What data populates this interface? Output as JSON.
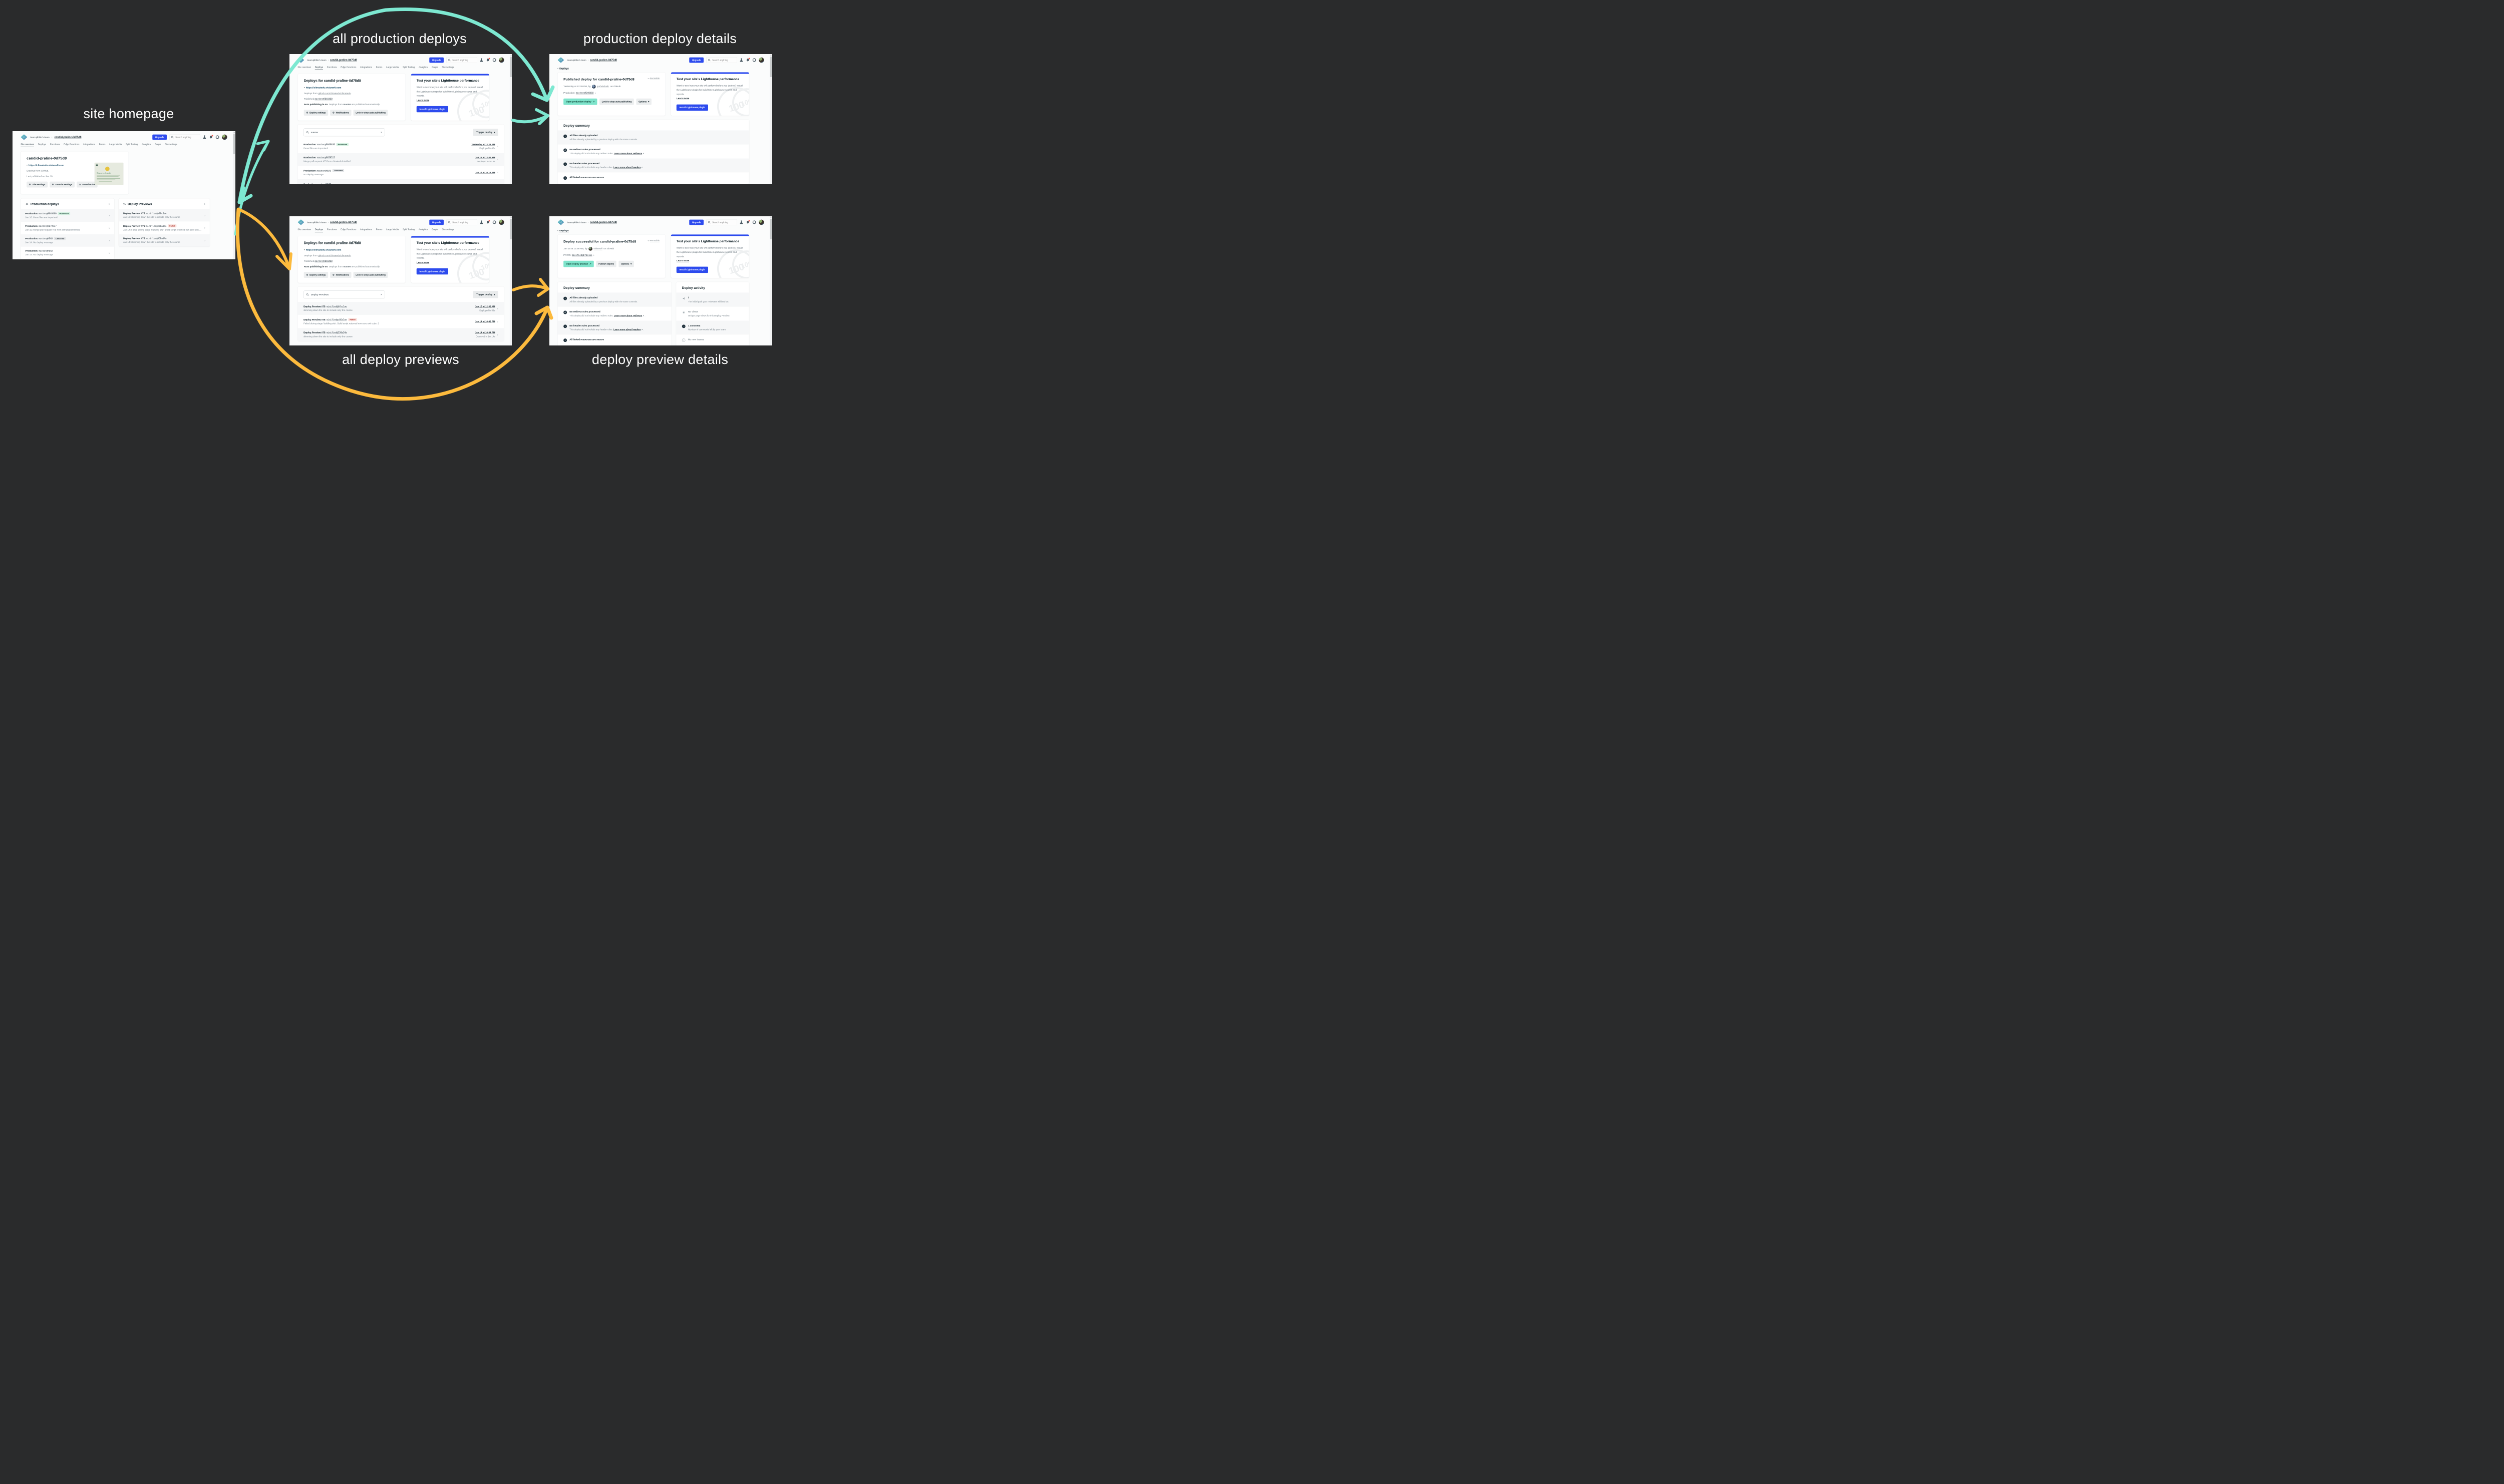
{
  "canvas": {
    "bg": "#2a2b2c"
  },
  "diagram_labels": {
    "homepage": "site homepage",
    "prod_list": "all production deploys",
    "prod_details": "production deploy details",
    "preview_list": "all deploy previews",
    "preview_details": "deploy preview details"
  },
  "arrow_colors": {
    "teal": "#7de8d1",
    "yellow": "#fcba3d"
  },
  "icons": {
    "gear": "⚙",
    "star": "☆",
    "chevron": "›",
    "back": "‹",
    "caret": "▾",
    "open_new": "↗",
    "download": "↓",
    "clear": "×",
    "permalink": "∞",
    "bullet": "•",
    "scroll_up": "▲",
    "scroll_down": "▼"
  },
  "header": {
    "team": "teacupkittie's team",
    "sep": "›",
    "site": "candid-praline-0d75d8",
    "upgrade": "Upgrade",
    "search_placeholder": "Search anything"
  },
  "nav_home": [
    {
      "l": "Site overview",
      "cls": "on"
    },
    {
      "l": "Deploys"
    },
    {
      "l": "Functions"
    },
    {
      "l": "Edge Functions"
    },
    {
      "l": "Integrations"
    },
    {
      "l": "Forms"
    },
    {
      "l": "Large Media"
    },
    {
      "l": "Split Testing"
    },
    {
      "l": "Analytics"
    },
    {
      "l": "Graph"
    },
    {
      "l": "Site settings"
    }
  ],
  "nav_deploys": [
    {
      "l": "Site overview"
    },
    {
      "l": "Deploys",
      "cls": "on"
    },
    {
      "l": "Functions"
    },
    {
      "l": "Edge Functions"
    },
    {
      "l": "Integrations"
    },
    {
      "l": "Forms"
    },
    {
      "l": "Large Media"
    },
    {
      "l": "Split Testing"
    },
    {
      "l": "Analytics"
    },
    {
      "l": "Graph"
    },
    {
      "l": "Site settings"
    }
  ],
  "site_card": {
    "title": "candid-praline-0d75d8",
    "url": "https://climatedu.vivianwli.com",
    "from": "Deploys from ",
    "from_link": "GitHub",
    "from_dot": ".",
    "last_published": "Last published on Jan 16.",
    "btn_site": "Site settings",
    "btn_domain": "Domain settings",
    "btn_fav": "Favorite site",
    "thumb_title": "Welcome to climatedu!"
  },
  "hp_prod_card": {
    "title": "Production deploys",
    "rows": [
      {
        "t": "Production",
        "colon": ": ",
        "ref": "master@9040460",
        "badge": "Published",
        "bt": "published",
        "msg": "Jan 16: these files are important!"
      },
      {
        "t": "Production",
        "colon": ": ",
        "ref": "master@9079517",
        "msg": "Jan 15: Merge pull request #75 from climatedu/minified"
      },
      {
        "t": "Production",
        "colon": ": ",
        "ref": "master@HEAD",
        "badge": "Canceled",
        "bt": "canceled",
        "msg": "Jan 14: No deploy message"
      },
      {
        "t": "Production",
        "colon": ": ",
        "ref": "master@HEAD",
        "msg": "Jan 14: No deploy message"
      }
    ]
  },
  "hp_prev_card": {
    "title": "Deploy Previews",
    "rows": [
      {
        "t": "Deploy Preview #75",
        "colon": ": ",
        "ref": "minified@bfbc1ae",
        "msg": "Jan 15: slimming down the site to include only the course"
      },
      {
        "t": "Deploy Preview #75",
        "colon": ": ",
        "ref": "minified@c66a3ae",
        "badge": "Failed",
        "bt": "failed",
        "msg": "Jan 14: Failed during stage 'building site': Build script returned non-zero exit cod..."
      },
      {
        "t": "Deploy Preview #75",
        "colon": ": ",
        "ref": "minified@550a54a",
        "msg": "Jan 14: slimming down the site to include only the course"
      }
    ]
  },
  "deploys_card": {
    "title": "Deploys for candid-praline-0d75d8",
    "url": "https://climatedu.vivianwli.com",
    "from": "Deploys from ",
    "from_link": "github.com/climatedu/climatedu",
    "from_dot": ".",
    "pub": "Published ",
    "pub_ref": "master@9040460",
    "auto_b": "Auto publishing is on",
    "auto_mid": ". Deploys from ",
    "auto_master": "master",
    "auto_end": " are published automatically.",
    "btn_settings": "Deploy settings",
    "btn_notifications": "Notifications",
    "btn_lock": "Lock to stop auto publishing"
  },
  "lighthouse": {
    "title": "Test your site's Lighthouse performance",
    "body": "Want to see how your site will perform before you deploy? Install the Lighthouse plugin for build-time Lighthouse scores and reports.",
    "learn": "Learn more",
    "dot": ".",
    "btn": "Install Lighthouse plugin",
    "wm": "100"
  },
  "prod_list": {
    "search_value": "master",
    "trigger": "Trigger deploy",
    "rows": [
      {
        "t": "Production",
        "colon": ": ",
        "ref": "master@9040460",
        "badge": "Published",
        "bt": "published",
        "msg": "these files are important!",
        "date": "Yesterday at 12:28 PM",
        "dur": "Deployed in 48s"
      },
      {
        "t": "Production",
        "colon": ": ",
        "ref": "master@9079517",
        "msg": "Merge pull request #75 from climatedu/minified",
        "date": "Jan 15 at 12:42 AM",
        "dur": "Deployed in 1m 9s"
      },
      {
        "t": "Production",
        "colon": ": ",
        "ref": "master@HEAD",
        "badge": "Canceled",
        "bt": "canceled",
        "msg": "No deploy message",
        "date": "Jan 14 at 10:18 PM"
      },
      {
        "t": "Production",
        "colon": ": ",
        "ref": "master@HEAD"
      }
    ]
  },
  "preview_list": {
    "search_value": "Deploy Previews",
    "trigger": "Trigger deploy",
    "rows": [
      {
        "t": "Deploy Preview #75",
        "colon": ": ",
        "ref": "minified@bfbc1ae",
        "msg": "slimming down the site to include only the course",
        "date": "Jan 15 at 12:38 AM",
        "dur": "Deployed in 39s"
      },
      {
        "t": "Deploy Preview #75",
        "colon": ": ",
        "ref": "minified@c66a3ae",
        "badge": "Failed",
        "bt": "failed",
        "msg": "Failed during stage 'building site': Build script returned non-zero exit code: 2",
        "date": "Jan 14 at 10:43 PM"
      },
      {
        "t": "Deploy Preview #75",
        "colon": ": ",
        "ref": "minified@550a54a",
        "msg": "slimming down the site to include only the course",
        "date": "Jan 14 at 10:34 PM",
        "dur": "Deployed in 1m 14s"
      }
    ]
  },
  "prod_details": {
    "back": "Deploys",
    "title": "Published deploy for candid-praline-0d75d8",
    "permalink": "Permalink",
    "by": "Yesterday at 12:28 PM, by ",
    "user": "joshdabosh",
    "by2": " on GitHub",
    "refpre": "Production: ",
    "ref": "master@9040460",
    "btn_open": "Open production deploy",
    "btn_lock": "Lock to stop auto publishing",
    "btn_options": "Options"
  },
  "preview_details": {
    "back": "Deploys",
    "title": "Deploy successful for candid-praline-0d75d8",
    "permalink": "Permalink",
    "by": "Jan 15 at 12:38 AM, by ",
    "user": "vivianwli",
    "by2": " on GitHub",
    "refpre": "PR#75: ",
    "ref": "minified@bfbc1ae",
    "btn_open": "Open deploy preview",
    "btn_publish": "Publish deploy",
    "btn_options": "Options"
  },
  "summary": {
    "title": "Deploy summary",
    "items": [
      {
        "icon": "info",
        "t": "All files already uploaded",
        "d": "All files already uploaded by a previous deploy with the same commits."
      },
      {
        "icon": "redirect",
        "t": "No redirect rules processed",
        "d": "This deploy did not include any redirect rules. ",
        "link": "Learn more about redirects",
        "arrow": "↗",
        "dot": " ."
      },
      {
        "icon": "info",
        "t": "No header rules processed",
        "d": "This deploy did not include any header rules. ",
        "link": "Learn more about headers",
        "arrow": "↗",
        "dot": " ."
      },
      {
        "icon": "info",
        "t": "All linked resources are secure"
      }
    ]
  },
  "activity": {
    "title": "Deploy activity",
    "items": [
      {
        "icon": "megaphone",
        "t": "/",
        "d": "The initial path your reviewers will land on."
      },
      {
        "icon": "eye",
        "t": "No views",
        "mut": "muted",
        "d": "Unique page views for this Deploy Preview."
      },
      {
        "icon": "comment",
        "t": "1 comment",
        "d": "Number of comments left by your team."
      },
      {
        "icon": "issue",
        "t": "No new issues",
        "mut": "muted"
      }
    ]
  }
}
